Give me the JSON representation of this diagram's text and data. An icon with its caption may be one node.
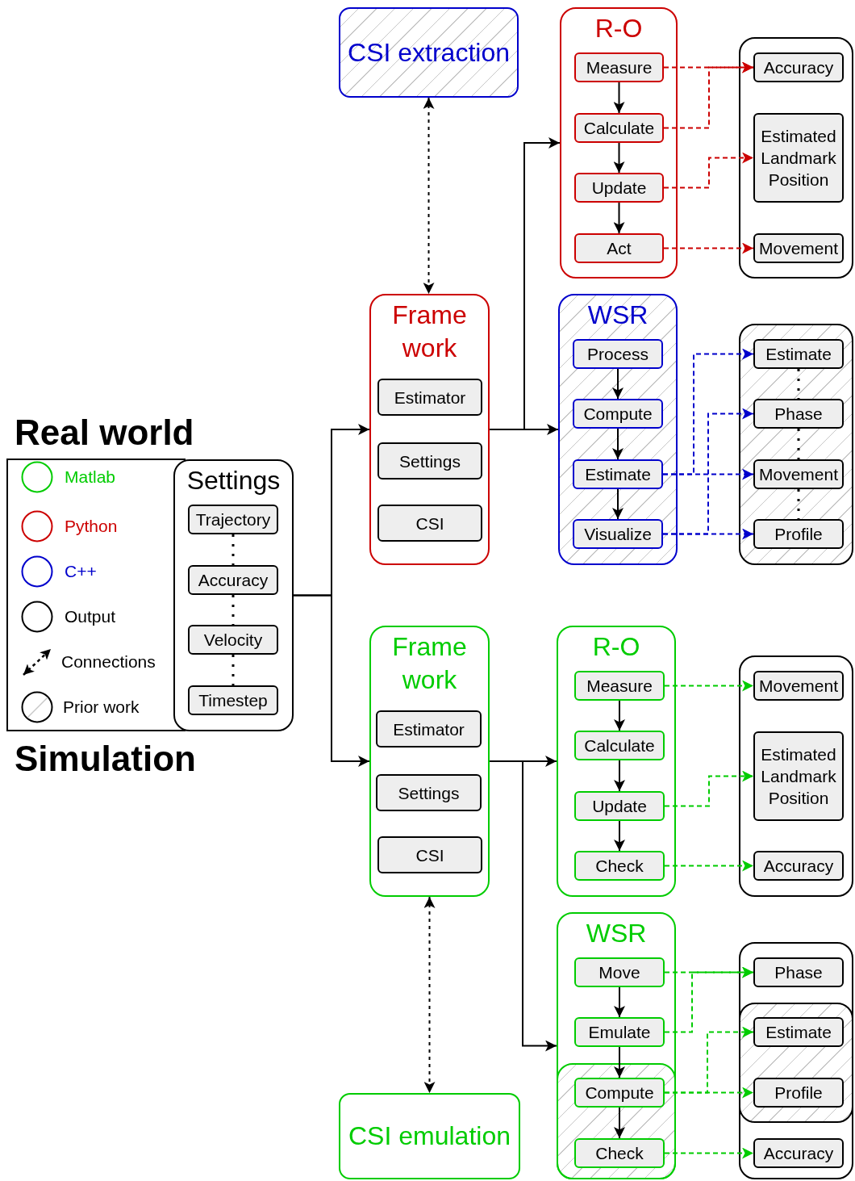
{
  "diagram": {
    "nodes": [
      {
        "text": [
          "CSI extraction"
        ]
      },
      {
        "text": [
          "R-O"
        ]
      },
      {
        "text": [
          "Measure"
        ],
        "in": 1
      },
      {
        "text": [
          "Calculate"
        ],
        "in": 1
      },
      {
        "text": [
          "Update"
        ],
        "in": 1
      },
      {
        "text": [
          "Act"
        ],
        "in": 1
      },
      {
        "text": [],
        "shape": "box"
      },
      {
        "text": [
          "Accuracy"
        ],
        "in": 6
      },
      {
        "text": [
          "Estimated Landmark Position"
        ],
        "in": 6
      },
      {
        "text": [
          "Movement"
        ],
        "in": 6
      },
      {
        "text": [
          "Frame work"
        ]
      },
      {
        "text": [
          "Estimator"
        ],
        "in": 10
      },
      {
        "text": [
          "Settings"
        ],
        "in": 10
      },
      {
        "text": [
          "CSI"
        ],
        "in": 10
      },
      {
        "text": [
          "WSR"
        ]
      },
      {
        "text": [
          "Process"
        ],
        "in": 14
      },
      {
        "text": [
          "Compute"
        ],
        "in": 14
      },
      {
        "text": [
          "Estimate"
        ],
        "in": 14
      },
      {
        "text": [
          "Visualize"
        ],
        "in": 14
      },
      {
        "text": [],
        "shape": "box"
      },
      {
        "text": [
          "Estimate"
        ],
        "in": 19
      },
      {
        "text": [
          "Phase"
        ],
        "in": 19
      },
      {
        "text": [
          "Movement"
        ],
        "in": 19
      },
      {
        "text": [
          "Profile"
        ],
        "in": 19
      },
      {
        "text": [
          "Settings"
        ]
      },
      {
        "text": [
          "Trajectory"
        ],
        "in": 24
      },
      {
        "text": [
          "Accuracy"
        ],
        "in": 24
      },
      {
        "text": [
          "Velocity"
        ],
        "in": 24
      },
      {
        "text": [
          "Timestep"
        ],
        "in": 24
      },
      {
        "text": [
          "Frame work"
        ]
      },
      {
        "text": [
          "Estimator"
        ],
        "in": 29
      },
      {
        "text": [
          "Settings"
        ],
        "in": 29
      },
      {
        "text": [
          "CSI"
        ],
        "in": 29
      },
      {
        "text": [
          "R-O"
        ]
      },
      {
        "text": [
          "Measure"
        ],
        "in": 33
      },
      {
        "text": [
          "Calculate"
        ],
        "in": 33
      },
      {
        "text": [
          "Update"
        ],
        "in": 33
      },
      {
        "text": [
          "Check"
        ],
        "in": 33
      },
      {
        "text": [],
        "shape": "box"
      },
      {
        "text": [
          "Movement"
        ],
        "in": 38
      },
      {
        "text": [
          "Estimated Landmark Position"
        ],
        "in": 38
      },
      {
        "text": [
          "Accuracy"
        ],
        "in": 38
      },
      {
        "text": [
          "WSR"
        ]
      },
      {
        "text": [
          "Move"
        ],
        "in": 42
      },
      {
        "text": [
          "Emulate"
        ],
        "in": 42
      },
      {
        "text": [],
        "shape": "box",
        "in": 42
      },
      {
        "text": [
          "Compute"
        ],
        "in": 45
      },
      {
        "text": [
          "Check"
        ],
        "in": 45
      },
      {
        "text": [],
        "shape": "box"
      },
      {
        "text": [
          "Phase"
        ],
        "in": 48
      },
      {
        "text": [],
        "shape": "box",
        "in": 48
      },
      {
        "text": [
          "Estimate"
        ],
        "in": 50
      },
      {
        "text": [
          "Profile"
        ],
        "in": 50
      },
      {
        "text": [
          "Accuracy"
        ],
        "in": 48
      },
      {
        "text": [
          "CSI emulation"
        ]
      }
    ],
    "edges": [
      {
        "from": 0,
        "to": 10,
        "arrow": "both",
        "style": "dashed"
      },
      {
        "from": 24,
        "to": 10,
        "arrow": "to"
      },
      {
        "from": 24,
        "to": 29,
        "arrow": "to"
      },
      {
        "from": 10,
        "to": 1,
        "arrow": "to"
      },
      {
        "from": 10,
        "to": 14,
        "arrow": "to"
      },
      {
        "from": 2,
        "to": 3,
        "arrow": "to"
      },
      {
        "from": 3,
        "to": 4,
        "arrow": "to"
      },
      {
        "from": 4,
        "to": 5,
        "arrow": "to"
      },
      {
        "from": 2,
        "to": 7,
        "arrow": "to",
        "style": "dashed",
        "color": "#cc0000"
      },
      {
        "from": 3,
        "to": 7,
        "arrow": "to",
        "style": "dashed",
        "color": "#cc0000"
      },
      {
        "from": 4,
        "to": 8,
        "arrow": "to",
        "style": "dashed",
        "color": "#cc0000"
      },
      {
        "from": 5,
        "to": 9,
        "arrow": "to",
        "style": "dashed",
        "color": "#cc0000"
      },
      {
        "from": 15,
        "to": 16,
        "arrow": "to"
      },
      {
        "from": 16,
        "to": 17,
        "arrow": "to"
      },
      {
        "from": 17,
        "to": 18,
        "arrow": "to"
      },
      {
        "from": 17,
        "to": 20,
        "arrow": "to",
        "style": "dashed",
        "color": "#0000cc"
      },
      {
        "from": 17,
        "to": 22,
        "arrow": "to",
        "style": "dashed",
        "color": "#0000cc"
      },
      {
        "from": 18,
        "to": 21,
        "arrow": "to",
        "style": "dashed",
        "color": "#0000cc"
      },
      {
        "from": 18,
        "to": 23,
        "arrow": "to",
        "style": "dashed",
        "color": "#0000cc"
      },
      {
        "from": 25,
        "to": 26,
        "arrow": "none",
        "style": "dashed"
      },
      {
        "from": 26,
        "to": 27,
        "arrow": "none",
        "style": "dashed"
      },
      {
        "from": 27,
        "to": 28,
        "arrow": "none",
        "style": "dashed"
      },
      {
        "from": 20,
        "to": 21,
        "arrow": "none",
        "style": "dashed"
      },
      {
        "from": 21,
        "to": 22,
        "arrow": "none",
        "style": "dashed"
      },
      {
        "from": 22,
        "to": 23,
        "arrow": "none",
        "style": "dashed"
      },
      {
        "from": 29,
        "to": 33,
        "arrow": "to"
      },
      {
        "from": 29,
        "to": 42,
        "arrow": "to"
      },
      {
        "from": 34,
        "to": 35,
        "arrow": "to"
      },
      {
        "from": 35,
        "to": 36,
        "arrow": "to"
      },
      {
        "from": 36,
        "to": 37,
        "arrow": "to"
      },
      {
        "from": 34,
        "to": 39,
        "arrow": "to",
        "style": "dashed",
        "color": "#00cc00"
      },
      {
        "from": 36,
        "to": 40,
        "arrow": "to",
        "style": "dashed",
        "color": "#00cc00"
      },
      {
        "from": 37,
        "to": 41,
        "arrow": "to",
        "style": "dashed",
        "color": "#00cc00"
      },
      {
        "from": 43,
        "to": 44,
        "arrow": "to"
      },
      {
        "from": 44,
        "to": 46,
        "arrow": "to"
      },
      {
        "from": 46,
        "to": 47,
        "arrow": "to"
      },
      {
        "from": 43,
        "to": 49,
        "arrow": "to",
        "style": "dashed",
        "color": "#00cc00"
      },
      {
        "from": 44,
        "to": 49,
        "arrow": "to",
        "style": "dashed",
        "color": "#00cc00"
      },
      {
        "from": 46,
        "to": 51,
        "arrow": "to",
        "style": "dashed",
        "color": "#00cc00"
      },
      {
        "from": 46,
        "to": 52,
        "arrow": "to",
        "style": "dashed",
        "color": "#00cc00"
      },
      {
        "from": 47,
        "to": 53,
        "arrow": "to",
        "style": "dashed",
        "color": "#00cc00"
      },
      {
        "from": 29,
        "to": 54,
        "arrow": "both",
        "style": "dashed"
      }
    ],
    "labels": [
      "Real world",
      "Simulation"
    ],
    "legend": [
      {
        "text": "Matlab",
        "color": "#00cc00"
      },
      {
        "text": "Python",
        "color": "#cc0000"
      },
      {
        "text": "C++",
        "color": "#0000cc"
      },
      {
        "text": "Output",
        "color": "#000000"
      },
      {
        "text": "Connections"
      },
      {
        "text": "Prior work"
      }
    ]
  }
}
